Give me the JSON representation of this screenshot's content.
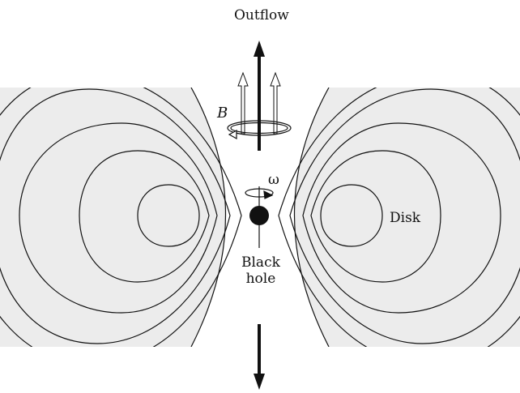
{
  "labels": {
    "outflow": "Outflow",
    "field": "B",
    "rotation": "ω",
    "disk": "Disk",
    "black_hole_line1": "Black",
    "black_hole_line2": "hole"
  },
  "colors": {
    "disk_fill": "#ececec",
    "line": "#111111",
    "background": "#ffffff"
  },
  "icons": [
    "outflow-arrow-up",
    "outflow-arrow-down",
    "field-line-arrows",
    "rotation-arrow",
    "black-hole-dot"
  ]
}
